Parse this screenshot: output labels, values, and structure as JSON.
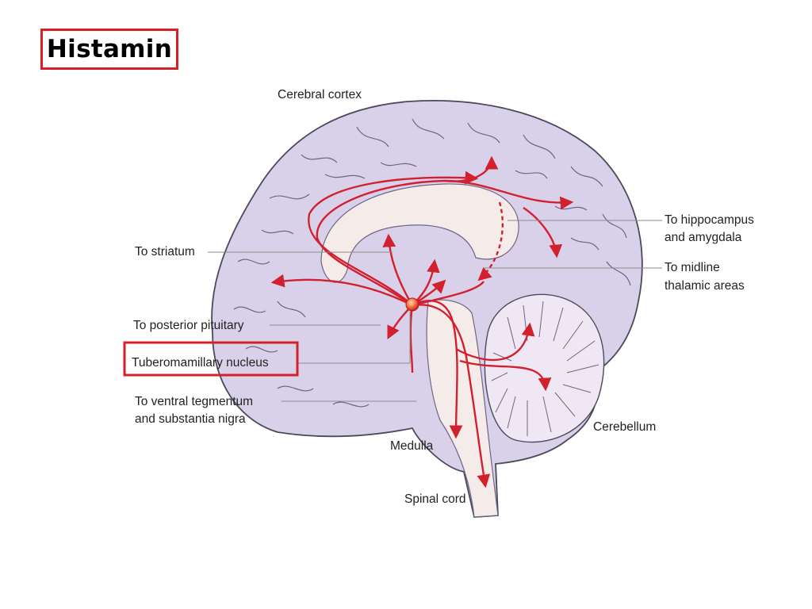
{
  "title": "Histamin",
  "labels": {
    "cerebral_cortex": "Cerebral cortex",
    "to_hippocampus_1": "To hippocampus",
    "to_hippocampus_2": "and amygdala",
    "to_striatum": "To striatum",
    "to_midline_1": "To midline",
    "to_midline_2": "thalamic areas",
    "to_posterior_pituitary": "To posterior pituitary",
    "tuberomamillary": "Tuberomamillary nucleus",
    "to_ventral_1": "To ventral tegmentum",
    "to_ventral_2": "and substantia nigra",
    "cerebellum": "Cerebellum",
    "medulla": "Medulla",
    "spinal_cord": "Spinal cord"
  },
  "colors": {
    "brain_fill": "#d9d1ea",
    "pathway": "#d3202e",
    "highlight_border": "#d81f26"
  }
}
